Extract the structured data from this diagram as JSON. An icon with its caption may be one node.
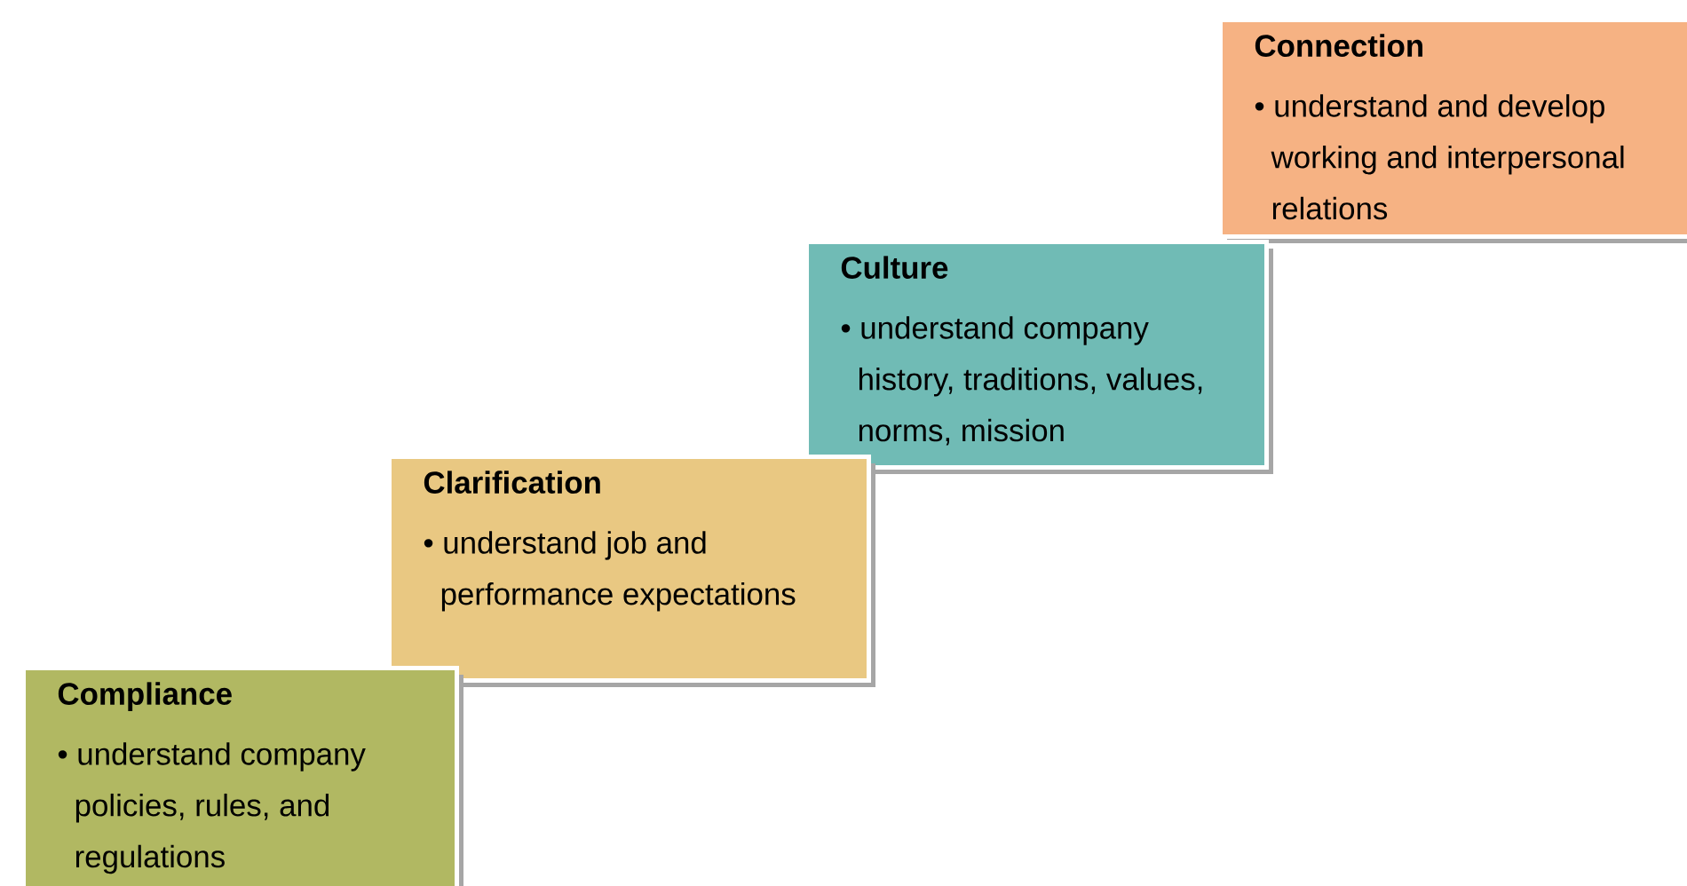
{
  "diagram": {
    "nodes": [
      {
        "text": [
          "Connection",
          "• understand and develop working and interpersonal relations"
        ]
      },
      {
        "text": [
          "Culture",
          "• understand company history, traditions, values, norms, mission"
        ]
      },
      {
        "text": [
          "Clarification",
          "• understand job and performance expectations"
        ]
      },
      {
        "text": [
          "Compliance",
          "• understand company policies, rules, and regulations"
        ]
      }
    ]
  }
}
